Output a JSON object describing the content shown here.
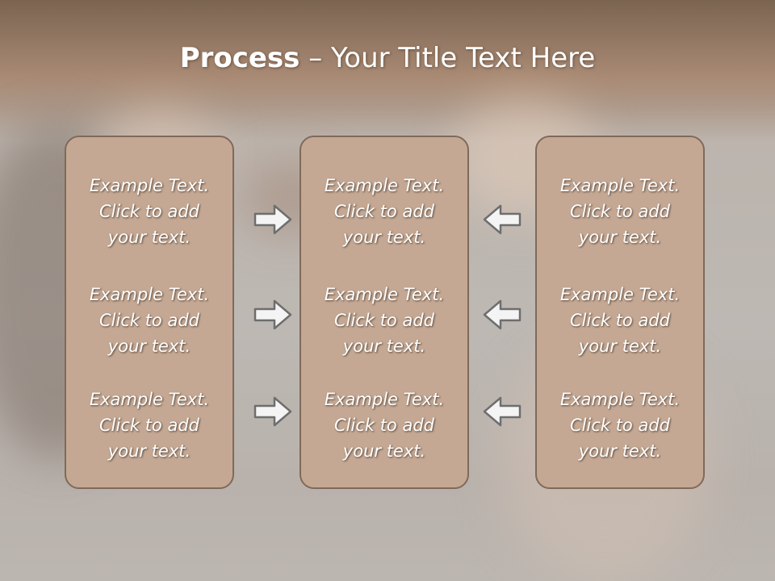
{
  "title": {
    "bold": "Process",
    "rest": " – Your Title Text Here"
  },
  "colors": {
    "box_fill": "#c4a893",
    "box_border": "#7f6a5a",
    "arrow_fill": "#f4f4f4",
    "arrow_stroke": "#6e6e6e"
  },
  "columns": [
    {
      "items": [
        {
          "l1": "Example Text.",
          "l2": "Click  to add",
          "l3": "your text."
        },
        {
          "l1": "Example Text.",
          "l2": "Click  to add",
          "l3": "your text."
        },
        {
          "l1": "Example Text.",
          "l2": "Click  to add",
          "l3": "your text."
        }
      ]
    },
    {
      "items": [
        {
          "l1": "Example Text.",
          "l2": "Click  to add",
          "l3": "your text."
        },
        {
          "l1": "Example Text.",
          "l2": "Click  to add",
          "l3": "your text."
        },
        {
          "l1": "Example Text.",
          "l2": "Click  to add",
          "l3": "your text."
        }
      ]
    },
    {
      "items": [
        {
          "l1": "Example Text.",
          "l2": "Click  to add",
          "l3": "your text."
        },
        {
          "l1": "Example Text.",
          "l2": "Click  to add",
          "l3": "your text."
        },
        {
          "l1": "Example Text.",
          "l2": "Click  to add",
          "l3": "your text."
        }
      ]
    }
  ],
  "arrows": {
    "left_side": "right-arrow-icon",
    "right_side": "left-arrow-icon"
  }
}
